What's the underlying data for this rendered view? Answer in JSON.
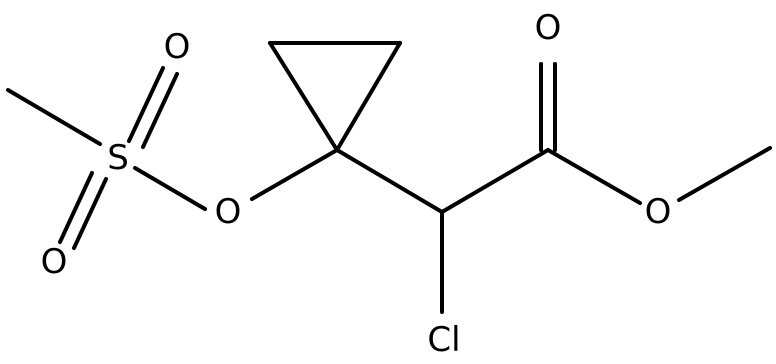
{
  "atoms": {
    "sulfur": "S",
    "sulfonyl_oxygen_top": "O",
    "sulfonyl_oxygen_bottom": "O",
    "ester_oxygen_mesyl": "O",
    "carbonyl_oxygen": "O",
    "ester_oxygen_methyl": "O",
    "chlorine": "Cl"
  },
  "colors": {
    "bond": "#000000",
    "label": "#000000",
    "background": "#ffffff"
  }
}
